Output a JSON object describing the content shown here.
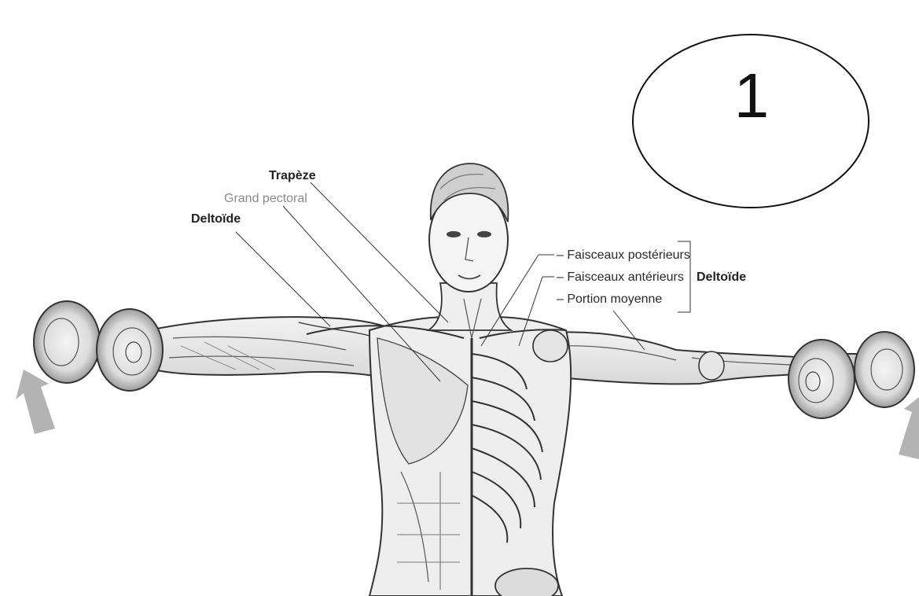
{
  "badge": {
    "number": "1"
  },
  "labels": {
    "trapeze": "Trapèze",
    "grand_pectoral": "Grand pectoral",
    "deltoide_left": "Deltoïde",
    "faisceaux_posterieurs": "– Faisceaux postérieurs",
    "faisceaux_anterieurs": "– Faisceaux antérieurs",
    "portion_moyenne": "– Portion moyenne",
    "deltoide_right": "Deltoïde"
  },
  "colors": {
    "ink": "#2a2a2a",
    "muted_label": "#8a8a8a",
    "arrow": "#9a9a9a",
    "background": "#ffffff"
  }
}
